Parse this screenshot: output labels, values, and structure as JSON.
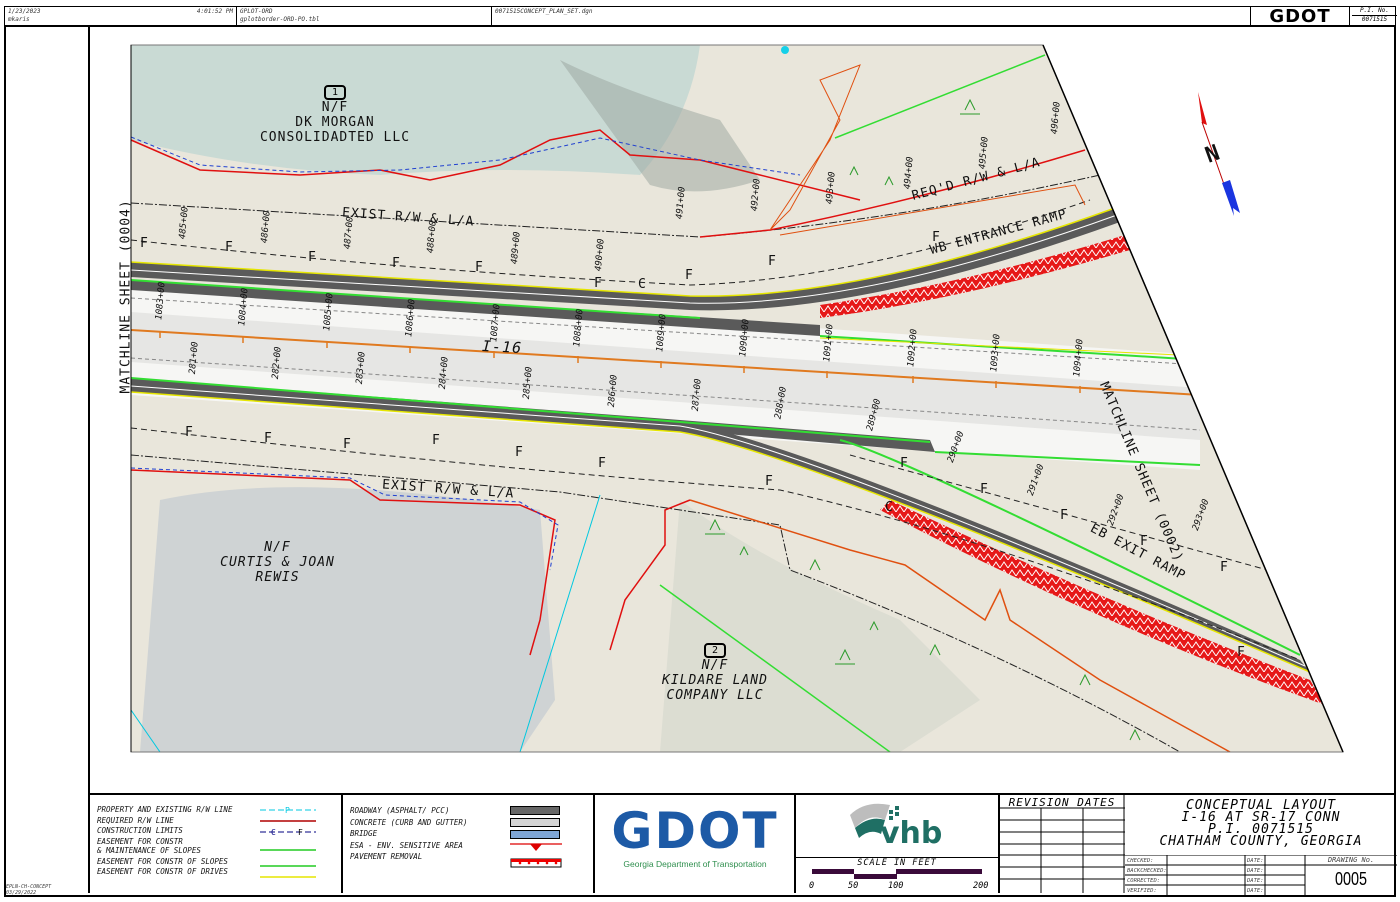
{
  "header": {
    "date": "1/23/2023",
    "time": "4:01:52 PM",
    "user": "mkaris",
    "plot_driver": "GPLOT-ORD",
    "pen_table": "gplotborder-ORD-PO.tbl",
    "dgn_file": "0071515CONCEPT_PLAN_SET.dgn",
    "logo_text": "GDOT",
    "pi_label": "P.I. No.",
    "pi_value": "0071515"
  },
  "map": {
    "matchline_left": "MATCHLINE SHEET (0004)",
    "matchline_right": "MATCHLINE SHEET (0002)",
    "north_arrow_label": "N",
    "highway_label": "I-16",
    "ramp_wb": "WB ENTRANCE RAMP",
    "ramp_eb": "EB EXIT RAMP",
    "exist_rw_north": "EXIST R/W & L/A",
    "exist_rw_south": "EXIST R/W & L/A",
    "reqd_rw": "REQ'D R/W & L/A",
    "parcels": [
      {
        "id": "1",
        "line1": "N/F",
        "line2": "DK MORGAN",
        "line3": "CONSOLIDADTED LLC"
      },
      {
        "id": "",
        "line1": "N/F",
        "line2": "CURTIS & JOAN",
        "line3": "REWIS"
      },
      {
        "id": "2",
        "line1": "N/F",
        "line2": "KILDARE LAND",
        "line3": "COMPANY LLC"
      }
    ],
    "stations_wb_ramp": [
      "485+00",
      "486+00",
      "487+00",
      "488+00",
      "489+00",
      "490+00",
      "491+00",
      "492+00",
      "493+00",
      "494+00",
      "495+00",
      "496+00"
    ],
    "stations_i16_north": [
      "1083+00",
      "1084+00",
      "1085+00",
      "1086+00",
      "1087+00",
      "1088+00",
      "1089+00",
      "1090+00",
      "1091+00",
      "1092+00",
      "1093+00",
      "1094+00"
    ],
    "stations_i16_south": [
      "281+00",
      "282+00",
      "283+00",
      "284+00",
      "285+00",
      "286+00",
      "287+00",
      "288+00",
      "289+00",
      "290+00",
      "291+00",
      "292+00",
      "293+00"
    ],
    "marker_f": "F",
    "marker_c": "C"
  },
  "legend_lines": {
    "items": [
      {
        "label": "PROPERTY AND EXISTING R/W LINE",
        "color": "#00c8e0",
        "symbol": "P"
      },
      {
        "label": "REQUIRED R/W LINE",
        "color": "#b00000",
        "symbol": ""
      },
      {
        "label": "CONSTRUCTION LIMITS",
        "color": "#000080",
        "symbol": "C  F"
      },
      {
        "label": "EASEMENT FOR CONSTR",
        "label2": "& MAINTENANCE OF SLOPES",
        "color": "#22cc22",
        "symbol": ""
      },
      {
        "label": "EASEMENT FOR CONSTR OF SLOPES",
        "color": "#22cc22",
        "symbol": ""
      },
      {
        "label": "EASEMENT FOR CONSTR OF DRIVES",
        "color": "#e8e000",
        "symbol": ""
      }
    ]
  },
  "legend_fills": {
    "items": [
      {
        "label": "ROADWAY (ASPHALT/ PCC)",
        "color": "#666666"
      },
      {
        "label": "CONCRETE (CURB AND GUTTER)",
        "color": "#d4d4d4"
      },
      {
        "label": "BRIDGE",
        "color": "#7fa6d6"
      },
      {
        "label": "ESA - ENV. SENSITIVE AREA",
        "color": "#e00000"
      },
      {
        "label": "PAVEMENT REMOVAL",
        "color": "#e00000"
      }
    ]
  },
  "logos": {
    "gdot": "GDOT",
    "gdot_sub": "Georgia Department of Transportation",
    "vhb": "vhb"
  },
  "scale": {
    "title": "SCALE IN FEET",
    "ticks": [
      "0",
      "50",
      "100",
      "200"
    ]
  },
  "revision": {
    "title": "REVISION DATES"
  },
  "title_block": {
    "line1": "CONCEPTUAL LAYOUT",
    "line2": "I-16 AT SR-17 CONN",
    "line3": "P.I. 0071515",
    "line4": "CHATHAM COUNTY, GEORGIA",
    "checked": "CHECKED:",
    "backchecked": "BACKCHECKED:",
    "corrected": "CORRECTED:",
    "verified": "VERIFIED:",
    "date": "DATE:",
    "drawing_no_label": "DRAWING No.",
    "drawing_no": "0005"
  },
  "corner_note": {
    "line1": "EPLN-CH-CONCEPT",
    "line2": "03/29/2022"
  },
  "colors": {
    "gdot_blue": "#1d5aa6",
    "gdot_green": "#2f8f4e",
    "vhb_teal": "#1f6f64",
    "asphalt": "#5a5a5a",
    "rw_red": "#e01010",
    "easement_green": "#33dd33",
    "drive_yellow": "#e6e600",
    "centerline_orange": "#e07a20"
  }
}
